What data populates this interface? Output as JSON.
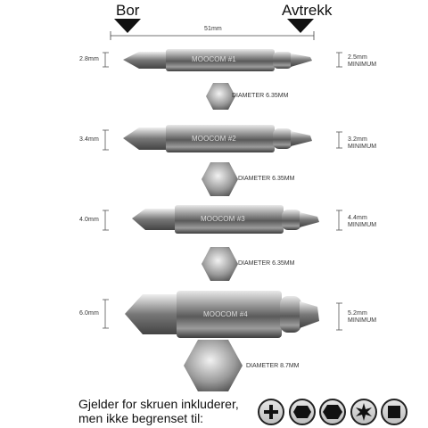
{
  "header": {
    "left_label": "Bor",
    "right_label": "Avtrekk",
    "length": "51mm"
  },
  "bits": [
    {
      "code": "MOOCOM #1",
      "left_size": "2.8mm",
      "right_size": "2.5mm",
      "right_note": "MINIMUM",
      "diameter_label": "DIAMETER",
      "diameter_value": "6.35MM"
    },
    {
      "code": "MOOCOM #2",
      "left_size": "3.4mm",
      "right_size": "3.2mm",
      "right_note": "MINIMUM",
      "diameter_label": "DIAMETER",
      "diameter_value": "6.35MM"
    },
    {
      "code": "MOOCOM #3",
      "left_size": "4.0mm",
      "right_size": "4.4mm",
      "right_note": "MINIMUM",
      "diameter_label": "DIAMETER",
      "diameter_value": "6.35MM"
    },
    {
      "code": "MOOCOM #4",
      "left_size": "6.0mm",
      "right_size": "5.2mm",
      "right_note": "MINIMUM",
      "diameter_label": "DIAMETER",
      "diameter_value": "8.7MM"
    }
  ],
  "footer": {
    "line1": "Gjelder for skruen inkluderer,",
    "line2": "men ikke begrenset til:",
    "screw_icons": [
      "phillips-icon",
      "hex-icon",
      "hex-socket-icon",
      "torx-icon",
      "square-icon"
    ]
  }
}
